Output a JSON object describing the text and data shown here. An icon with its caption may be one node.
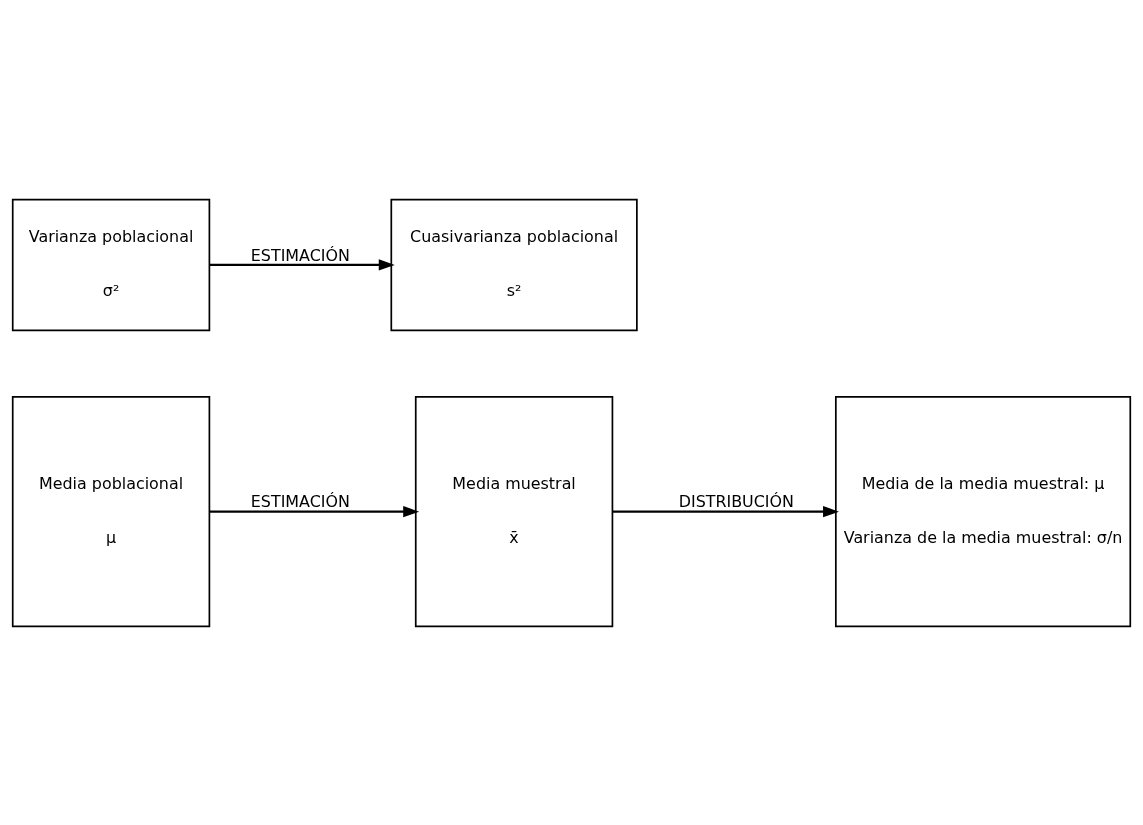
{
  "diagram": {
    "nodes": [
      {
        "text": [
          "Media poblacional",
          "μ"
        ]
      },
      {
        "text": [
          "Media muestral",
          "x̄"
        ]
      },
      {
        "text": [
          "Media de la media muestral: μ",
          "Varianza de la media muestral: σ/n"
        ]
      },
      {
        "text": [
          "Varianza poblacional",
          "σ²"
        ]
      },
      {
        "text": [
          "Cuasivarianza poblacional",
          "s²"
        ]
      }
    ],
    "edges": [
      {
        "from": 0,
        "to": 1,
        "arrow": "to",
        "label": "ESTIMACIÓN"
      },
      {
        "from": 1,
        "to": 2,
        "arrow": "to",
        "label": "DISTRIBUCIÓN"
      },
      {
        "from": 3,
        "to": 4,
        "arrow": "to",
        "label": "ESTIMACIÓN"
      }
    ]
  }
}
